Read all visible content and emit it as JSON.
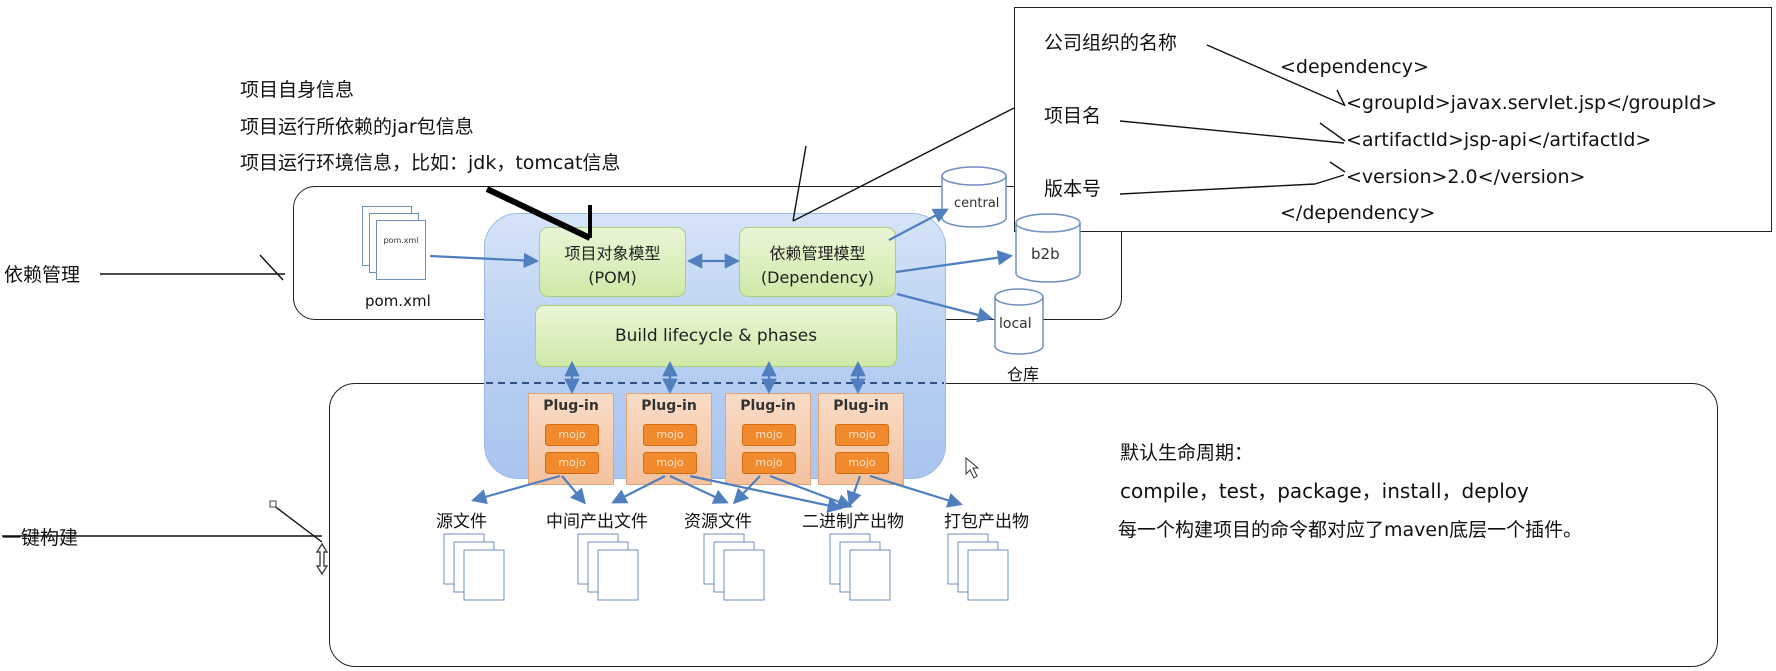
{
  "project_info": {
    "line1": "项目自身信息",
    "line2": "项目运行所依赖的jar包信息",
    "line3": "项目运行环境信息，比如：jdk，tomcat信息"
  },
  "dependency_box": {
    "group_label": "公司组织的名称",
    "artifact_label": "项目名",
    "version_label": "版本号",
    "code_open": "<dependency>",
    "code_group": "<groupId>javax.servlet.jsp</groupId>",
    "code_artifact": "<artifactId>jsp-api</artifactId>",
    "code_version": "<version>2.0</version>",
    "code_close": "</dependency>"
  },
  "left_labels": {
    "dep_mgmt": "依赖管理",
    "one_click_build": "一键构建"
  },
  "diagram": {
    "pom_file_icon_text": "pom.xml",
    "pom_file_label": "pom.xml",
    "pom_model_line1": "项目对象模型",
    "pom_model_line2": "(POM)",
    "dep_model_line1": "依赖管理模型",
    "dep_model_line2": "(Dependency)",
    "build_lifecycle": "Build lifecycle & phases",
    "repos": [
      "central",
      "b2b",
      "local"
    ],
    "repo_label": "仓库",
    "plugin_title": "Plug-in",
    "mojo": "mojo",
    "outputs": [
      "源文件",
      "中间产出文件",
      "资源文件",
      "二进制产出物",
      "打包产出物"
    ]
  },
  "lifecycle": {
    "title": "默认生命周期：",
    "phases": "compile，test，package，install，deploy",
    "note": "每一个构建项目的命令都对应了maven底层一个插件。"
  },
  "colors": {
    "diagram_bg": "#b9d0f2",
    "model_green": "#cfe9a8",
    "plugin_orange": "#f3c2a0",
    "mojo_orange": "#f08a2c",
    "arrow_blue": "#4f7fbf"
  }
}
